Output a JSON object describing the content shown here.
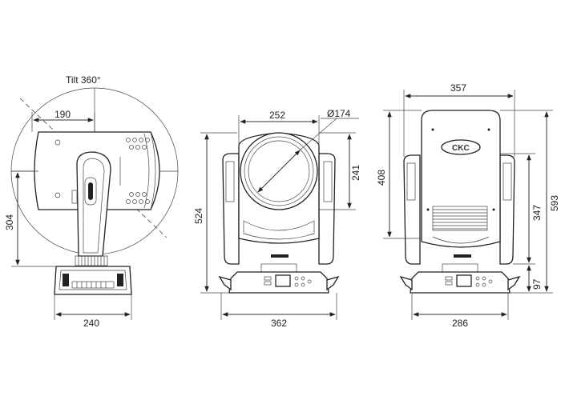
{
  "tilt_label": "Tilt 360°",
  "logo_text": "CKC",
  "side_view": {
    "dim_190": "190",
    "dim_304": "304",
    "dim_240": "240"
  },
  "front_view": {
    "dim_252": "252",
    "dim_diameter": "Ø174",
    "dim_241": "241",
    "dim_524": "524",
    "dim_362": "362"
  },
  "back_view": {
    "dim_357": "357",
    "dim_408": "408",
    "dim_347": "347",
    "dim_593": "593",
    "dim_97": "97",
    "dim_286": "286"
  }
}
